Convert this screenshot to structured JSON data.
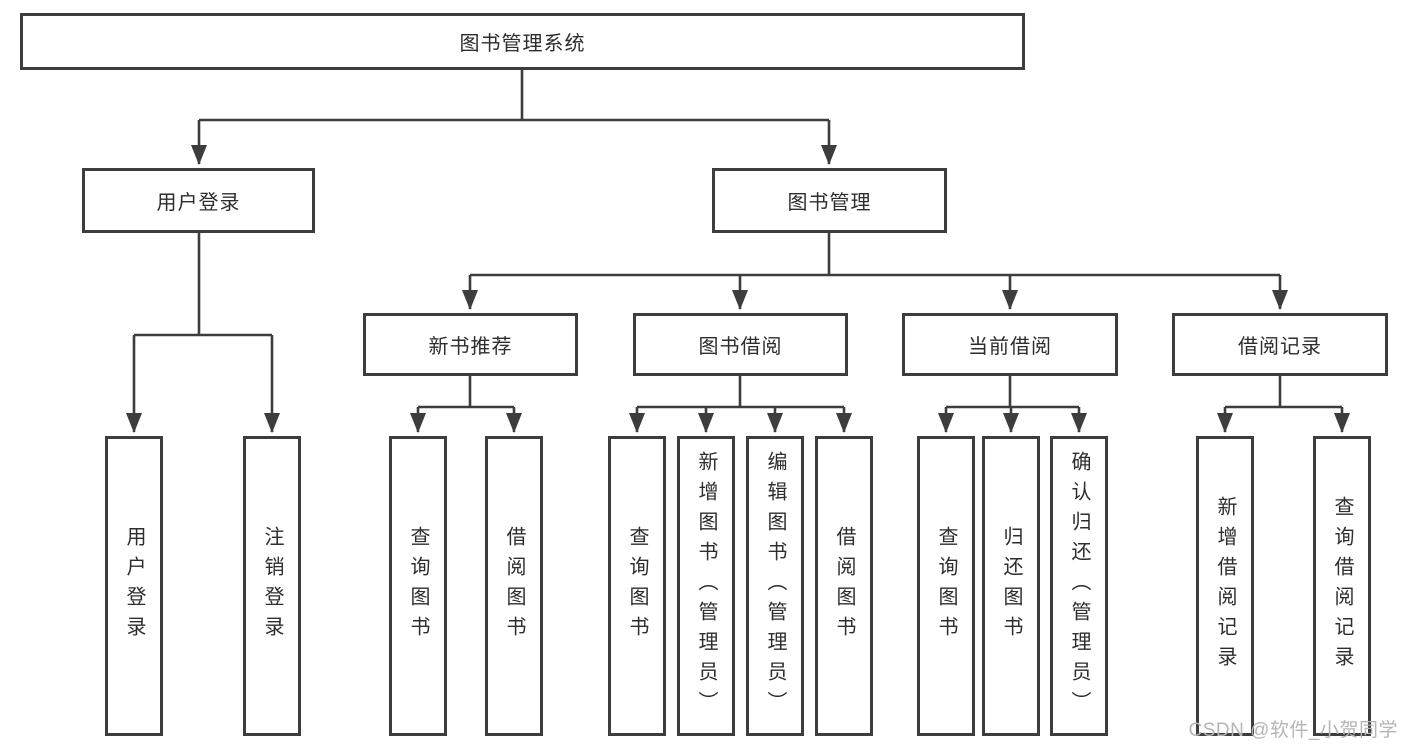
{
  "watermark": "CSDN @软件_小贺同学",
  "colors": {
    "line": "#3d3d3d",
    "box_border": "#3d3d3d",
    "text": "#2d2d2d",
    "watermark": "#b5b5b5",
    "background": "#ffffff"
  },
  "tree": {
    "label": "图书管理系统",
    "children": [
      {
        "label": "用户登录",
        "children": [
          {
            "label": "用户登录"
          },
          {
            "label": "注销登录"
          }
        ]
      },
      {
        "label": "图书管理",
        "children": [
          {
            "label": "新书推荐",
            "children": [
              {
                "label": "查询图书"
              },
              {
                "label": "借阅图书"
              }
            ]
          },
          {
            "label": "图书借阅",
            "children": [
              {
                "label": "查询图书"
              },
              {
                "label": "新增图书（管理员）"
              },
              {
                "label": "编辑图书（管理员）"
              },
              {
                "label": "借阅图书"
              }
            ]
          },
          {
            "label": "当前借阅",
            "children": [
              {
                "label": "查询图书"
              },
              {
                "label": "归还图书"
              },
              {
                "label": "确认归还（管理员）"
              }
            ]
          },
          {
            "label": "借阅记录",
            "children": [
              {
                "label": "新增借阅记录"
              },
              {
                "label": "查询借阅记录"
              }
            ]
          }
        ]
      }
    ]
  }
}
